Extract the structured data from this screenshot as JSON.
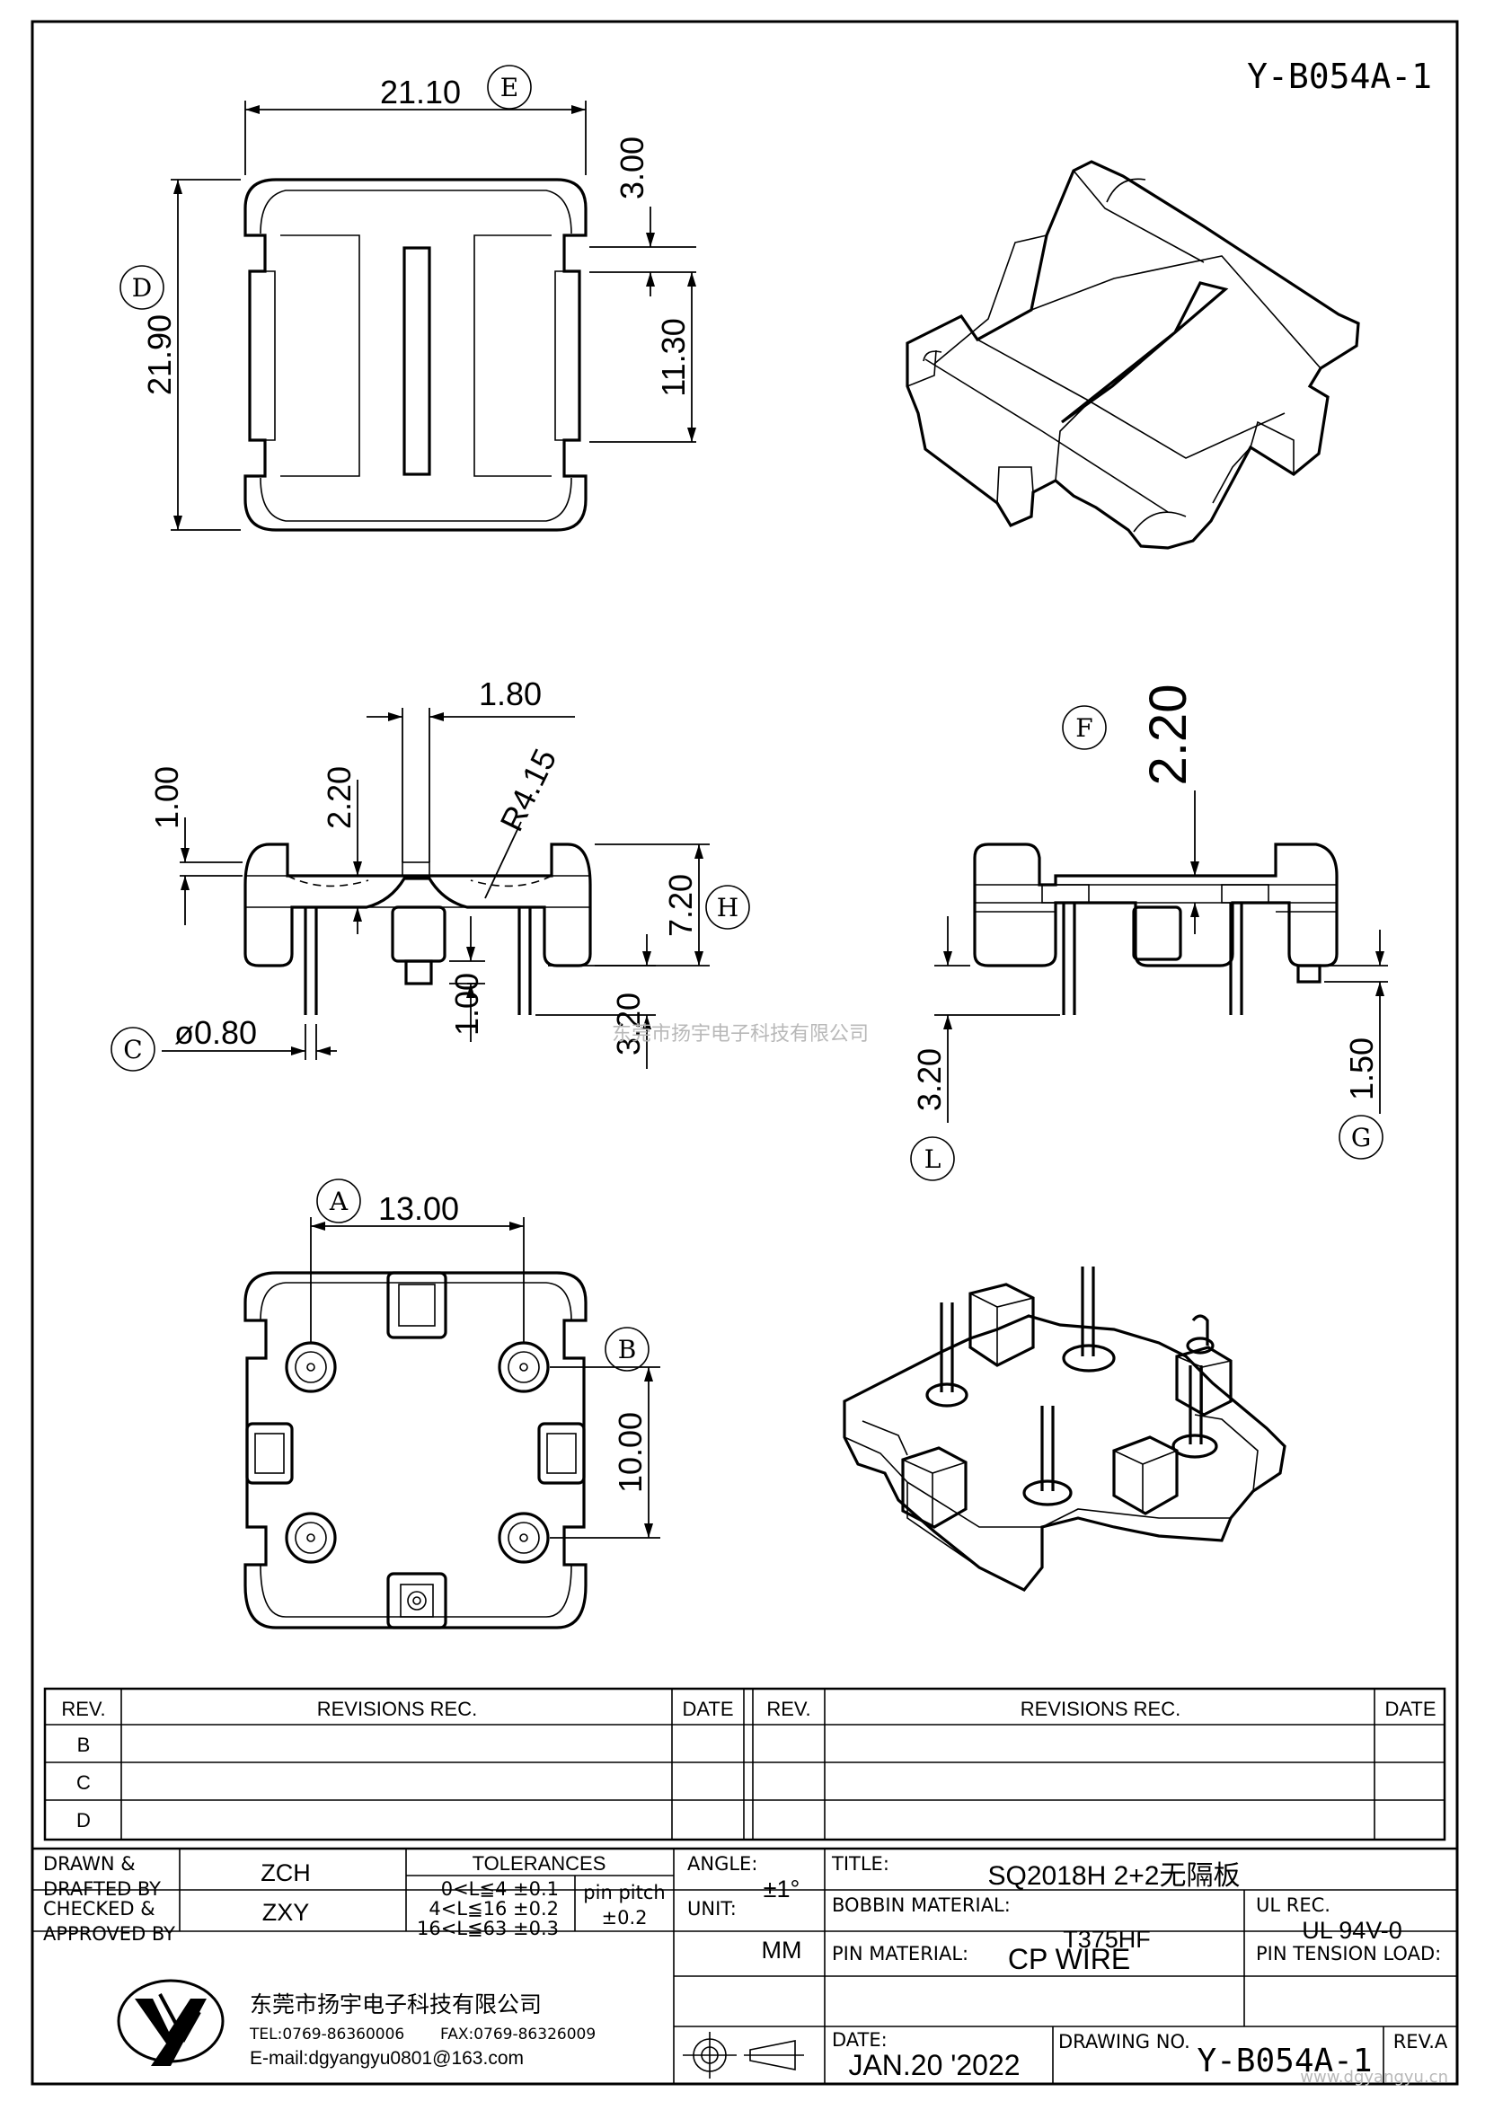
{
  "drawing_code": "Y-B054A-1",
  "dimensions": {
    "width_top": "21.10",
    "height_top": "21.90",
    "slot_offset": "3.00",
    "slot_height": "11.30",
    "front_pin_spacing": "1.80",
    "front_flange": "1.00",
    "front_recess": "2.20",
    "front_radius": "R4.15",
    "front_height": "7.20",
    "front_stub": "1.00",
    "front_pin_length": "3.20",
    "pin_diameter": "ø0.80",
    "side_top": "2.20",
    "side_pin_length": "3.20",
    "side_stub": "1.50",
    "bottom_width": "13.00",
    "bottom_height": "10.00"
  },
  "callouts": [
    "A",
    "B",
    "C",
    "D",
    "E",
    "F",
    "G",
    "H",
    "L"
  ],
  "revisions": {
    "col_rev": "REV.",
    "col_rec": "REVISIONS   REC.",
    "col_date": "DATE",
    "rows": [
      "B",
      "C",
      "D"
    ]
  },
  "title_block": {
    "drawn_label_1": "DRAWN &",
    "drawn_label_2": "DRAFTED BY",
    "drawn_value": "ZCH",
    "checked_label_1": "CHECKED &",
    "checked_label_2": "APPROVED BY",
    "checked_value": "ZXY",
    "tolerances_label": "TOLERANCES",
    "tol_1": "0<L≦4   ±0.1",
    "tol_2": "4<L≦16  ±0.2",
    "tol_3": "16<L≦63  ±0.3",
    "pin_pitch_label": "pin  pitch",
    "pin_pitch_value": "±0.2",
    "angle_label": "ANGLE:",
    "angle_value": "±1°",
    "unit_label": "UNIT:",
    "unit_value": "MM",
    "title_label": "TITLE:",
    "title_value": "SQ2018H 2+2无隔板",
    "bobbin_material_label": "BOBBIN MATERIAL:",
    "bobbin_material_value": "T375HF",
    "ul_rec_label": "UL REC.",
    "ul_rec_value": "UL 94V-0",
    "pin_material_label": "PIN MATERIAL:",
    "pin_material_value": "CP WIRE",
    "pin_tension_label": "PIN TENSION LOAD:",
    "date_label": "DATE:",
    "date_value": "JAN.20 '2022",
    "drawing_no_label": "DRAWING NO.",
    "drawing_no_value": "Y-B054A-1",
    "rev_label": "REV.A"
  },
  "company": {
    "name": "东莞市扬宇电子科技有限公司",
    "tel": "TEL:0769-86360006",
    "fax": "FAX:0769-86326009",
    "email": "E-mail:dgyangyu0801@163.com"
  },
  "watermarks": {
    "center": "东莞市扬宇电子科技有限公司",
    "corner": "www.dgyangyu.cn"
  }
}
